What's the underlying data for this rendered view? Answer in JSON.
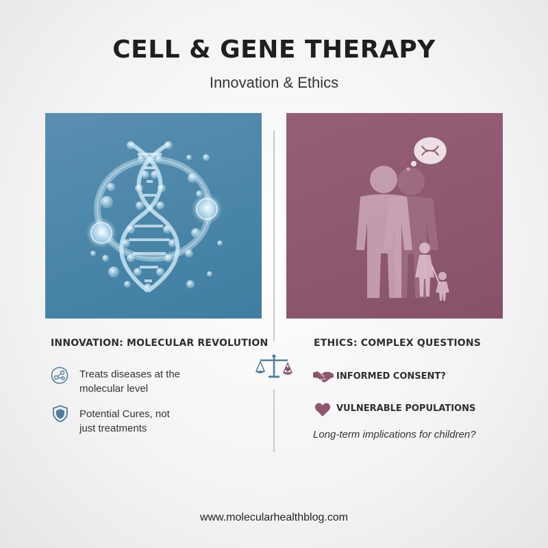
{
  "header": {
    "title": "CELL & GENE THERAPY",
    "subtitle": "Innovation & Ethics"
  },
  "left": {
    "heading": "INNOVATION: MOLECULAR REVOLUTION",
    "items": [
      {
        "icon": "molecule-icon",
        "line1": "Treats diseases at the",
        "line2": "molecular level"
      },
      {
        "icon": "shield-icon",
        "line1": "Potential Cures, not",
        "line2": "just treatments"
      }
    ],
    "panel_color": "#4b86a8"
  },
  "right": {
    "heading": "ETHICS: COMPLEX QUESTIONS",
    "items": [
      {
        "icon": "handshake-icon",
        "label": "INFORMED CONSENT?"
      },
      {
        "icon": "heart-icon",
        "label": "VULNERABLE POPULATIONS"
      }
    ],
    "note": "Long-term implications for children?",
    "panel_color": "#8d586f"
  },
  "center_icon": "balance-scale-icon",
  "footer": {
    "url": "www.molecularhealthblog.com"
  }
}
